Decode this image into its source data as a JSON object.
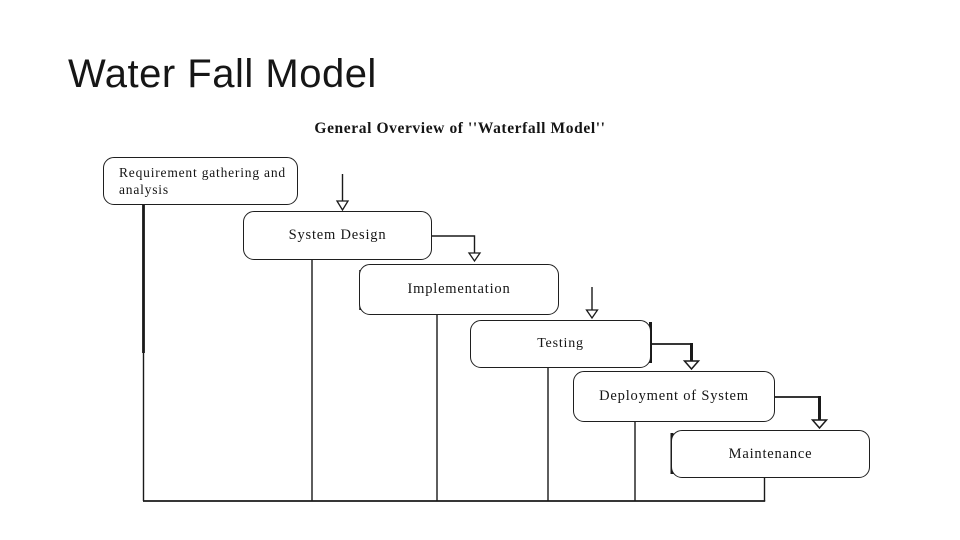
{
  "slide": {
    "title": "Water Fall Model"
  },
  "diagram": {
    "title": "General Overview of ''Waterfall Model''",
    "stages": [
      {
        "id": "requirement-gathering",
        "label": "Requirement gathering and analysis"
      },
      {
        "id": "system-design",
        "label": "System Design"
      },
      {
        "id": "implementation",
        "label": "Implementation"
      },
      {
        "id": "testing",
        "label": "Testing"
      },
      {
        "id": "deployment",
        "label": "Deployment of System"
      },
      {
        "id": "maintenance",
        "label": "Maintenance"
      }
    ],
    "flow_order": [
      "Requirement gathering and analysis",
      "System Design",
      "Implementation",
      "Testing",
      "Deployment of System",
      "Maintenance"
    ],
    "line_color": "#1a1a1a",
    "box_fill": "#ffffff"
  }
}
